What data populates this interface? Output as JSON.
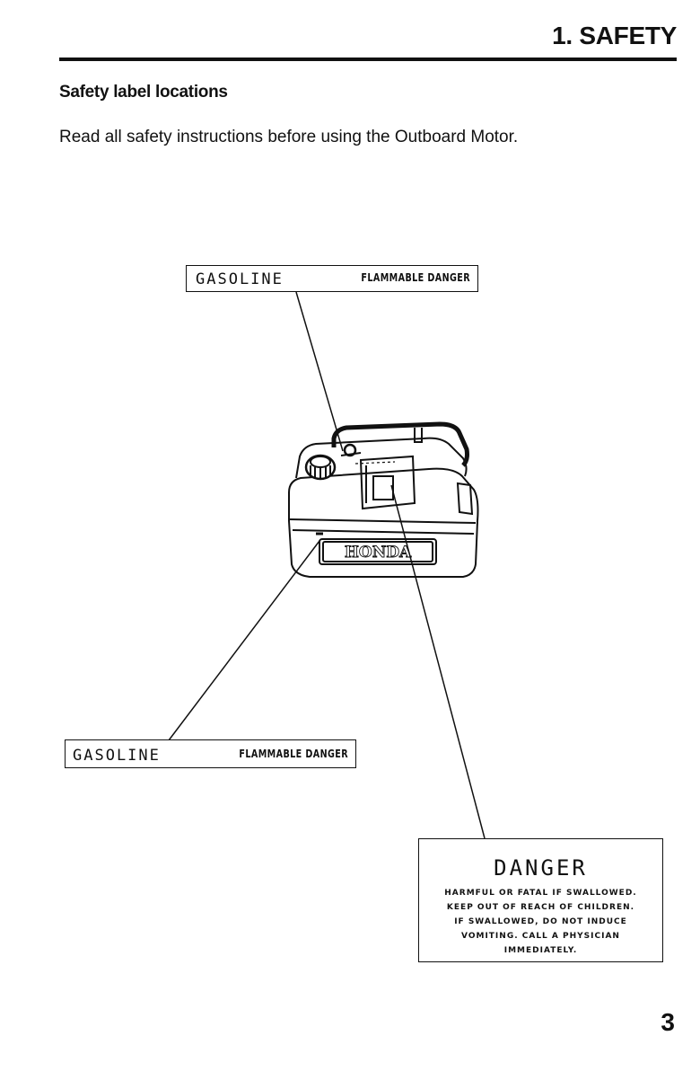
{
  "header": {
    "section_title": "1. SAFETY"
  },
  "content": {
    "subheading": "Safety label locations",
    "intro": "Read all safety instructions before using the Outboard Motor."
  },
  "labels": {
    "top": {
      "name": "GASOLINE",
      "warning": "FLAMMABLE DANGER"
    },
    "left": {
      "name": "GASOLINE",
      "warning": "FLAMMABLE DANGER"
    },
    "danger": {
      "title": "DANGER",
      "lines": [
        "HARMFUL OR FATAL IF SWALLOWED.",
        "KEEP OUT OF REACH OF CHILDREN.",
        "IF SWALLOWED, DO NOT INDUCE",
        "VOMITING. CALL A PHYSICIAN",
        "IMMEDIATELY."
      ]
    }
  },
  "illustration": {
    "brand_logo": "HONDA"
  },
  "footer": {
    "page_number": "3"
  }
}
